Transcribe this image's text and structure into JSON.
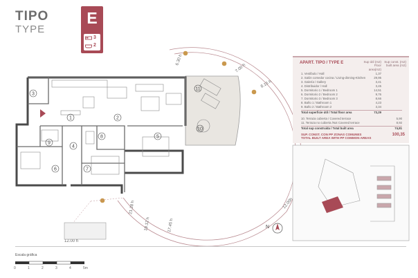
{
  "header": {
    "title_es": "TIPO",
    "title_en": "TYPE",
    "type_letter": "E",
    "bedrooms": "3",
    "bathrooms": "2"
  },
  "icons": {
    "bed": "bed-icon",
    "bath": "bath-icon",
    "sun": "sun-icon",
    "north": "north-arrow-icon"
  },
  "colors": {
    "accent": "#a84a56",
    "table_bg": "#f4eeed",
    "terrace": "#e9e6e1",
    "wall": "#4a4a4a"
  },
  "table": {
    "heading": "APART. TIPO / TYPE E",
    "col_useful_es": "Sup útil (m2)",
    "col_useful_en": "Floor area(m2)",
    "col_built_es": "Sup const. (m2)",
    "col_built_en": "built area (m2)",
    "rows": [
      {
        "label": "1. Vestíbulo / Hall",
        "value": "1,37"
      },
      {
        "label": "2. Salón comedor cocina / Living-dinning-Kitchen",
        "value": "29,95"
      },
      {
        "label": "3. Galería / Gallery",
        "value": "3,41"
      },
      {
        "label": "4. Distribuidor / Hall",
        "value": "3,45"
      },
      {
        "label": "5. Dormitorio 1 / Bedroom 1",
        "value": "14,51"
      },
      {
        "label": "6. Dormitorio 2 / Bedroom 2",
        "value": "9,76"
      },
      {
        "label": "7. Dormitorio 3 / Bedroom 3",
        "value": "8,66"
      },
      {
        "label": "8. Baño 1 / Bathroom 1",
        "value": "4,23"
      },
      {
        "label": "9. Baño 2 / Bathroom 2",
        "value": "3,34"
      }
    ],
    "total_floor_label": "Total superficie útil / Total floor area",
    "total_floor_value": "73,29",
    "terrace_rows": [
      {
        "label": "10. Terraza cubierta / Covered terrace",
        "value": "5,90"
      },
      {
        "label": "11. Terraza no cubierta /Not Covered terrace",
        "value": "8,92"
      }
    ],
    "total_built_label": "Total sup construida / Total built area",
    "total_built_value": "74,81",
    "common_es": "SUP. CONST. CON PP ZONAS COMUNES",
    "common_en": "TOTAL BUILT AREA WITH PP COMMON AREAS",
    "common_value": "100,35"
  },
  "plan": {
    "rooms": [
      "1",
      "2",
      "3",
      "4",
      "5",
      "6",
      "7",
      "8",
      "9",
      "10",
      "11"
    ],
    "sun_times": [
      "6.30 h",
      "7.00 h",
      "8.15 h",
      "12.00h",
      "12.00 h",
      "17.45 h",
      "19.12 h",
      "21.28 h"
    ],
    "north": "N"
  },
  "scale": {
    "title": "Escala gráfica",
    "ticks": [
      "0",
      "1",
      "2",
      "3",
      "4",
      "5m"
    ]
  }
}
